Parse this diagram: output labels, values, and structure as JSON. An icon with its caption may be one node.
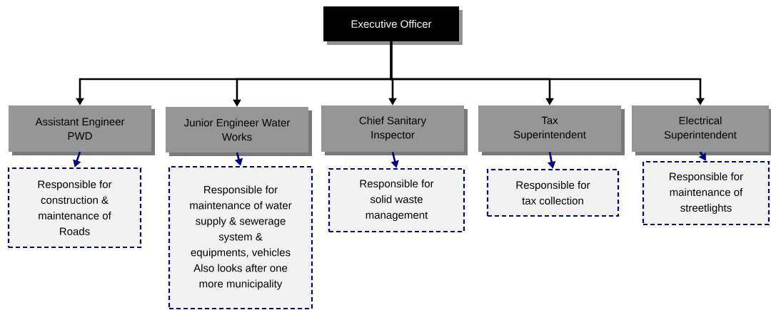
{
  "diagram": {
    "nodes": [
      {
        "text": [
          "Executive Officer"
        ]
      },
      {
        "text": [
          "Assistant Engineer PWD"
        ]
      },
      {
        "text": [
          "Junior Engineer Water Works"
        ]
      },
      {
        "text": [
          "Chief Sanitary Inspector"
        ]
      },
      {
        "text": [
          "Tax Superintendent"
        ]
      },
      {
        "text": [
          "Electrical Superintendent"
        ]
      },
      {
        "text": [
          "Responsible for construction & maintenance of Roads"
        ]
      },
      {
        "text": [
          "Responsible for maintenance of water supply & sewerage system & equipments, vehicles Also looks after one more municipality"
        ]
      },
      {
        "text": [
          "Responsible for solid waste management"
        ]
      },
      {
        "text": [
          "Responsible for tax collection"
        ]
      },
      {
        "text": [
          "Responsible for maintenance of streetlights"
        ]
      }
    ],
    "edges": [
      {
        "from": 0,
        "to": 1,
        "arrow": "to",
        "color": "#000000"
      },
      {
        "from": 0,
        "to": 2,
        "arrow": "to",
        "color": "#000000"
      },
      {
        "from": 0,
        "to": 3,
        "arrow": "to",
        "color": "#000000"
      },
      {
        "from": 0,
        "to": 4,
        "arrow": "to",
        "color": "#000000"
      },
      {
        "from": 0,
        "to": 5,
        "arrow": "to",
        "color": "#000000"
      },
      {
        "from": 1,
        "to": 6,
        "arrow": "to",
        "color": "#000080"
      },
      {
        "from": 2,
        "to": 7,
        "arrow": "to",
        "color": "#000080"
      },
      {
        "from": 3,
        "to": 8,
        "arrow": "to",
        "color": "#000080"
      },
      {
        "from": 4,
        "to": 9,
        "arrow": "to",
        "color": "#000080"
      },
      {
        "from": 5,
        "to": 10,
        "arrow": "to",
        "color": "#000080"
      }
    ]
  }
}
